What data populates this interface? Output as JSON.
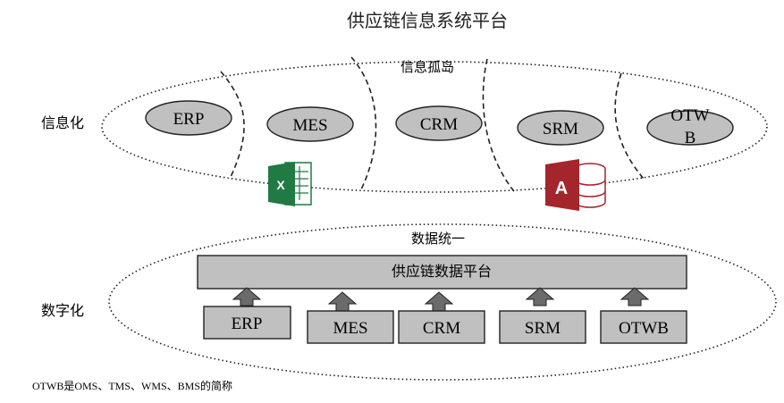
{
  "title": "供应链信息系统平台",
  "informatization": {
    "label": "信息化",
    "island_label": "信息孤岛",
    "systems": [
      "ERP",
      "MES",
      "CRM",
      "SRM",
      "OTW",
      "B"
    ]
  },
  "digitalization": {
    "label": "数字化",
    "unify_label": "数据统一",
    "platform_label": "供应链数据平台",
    "systems": [
      "ERP",
      "MES",
      "CRM",
      "SRM",
      "OTWB"
    ]
  },
  "footnote": "OTWB是OMS、TMS、WMS、BMS的简称",
  "icons": {
    "excel": "excel-icon",
    "access": "access-database-icon"
  },
  "colors": {
    "node_fill": "#c0c0c0",
    "arrow_fill": "#6b6b6b",
    "excel_green": "#1f7a44",
    "access_red": "#a4262c"
  }
}
